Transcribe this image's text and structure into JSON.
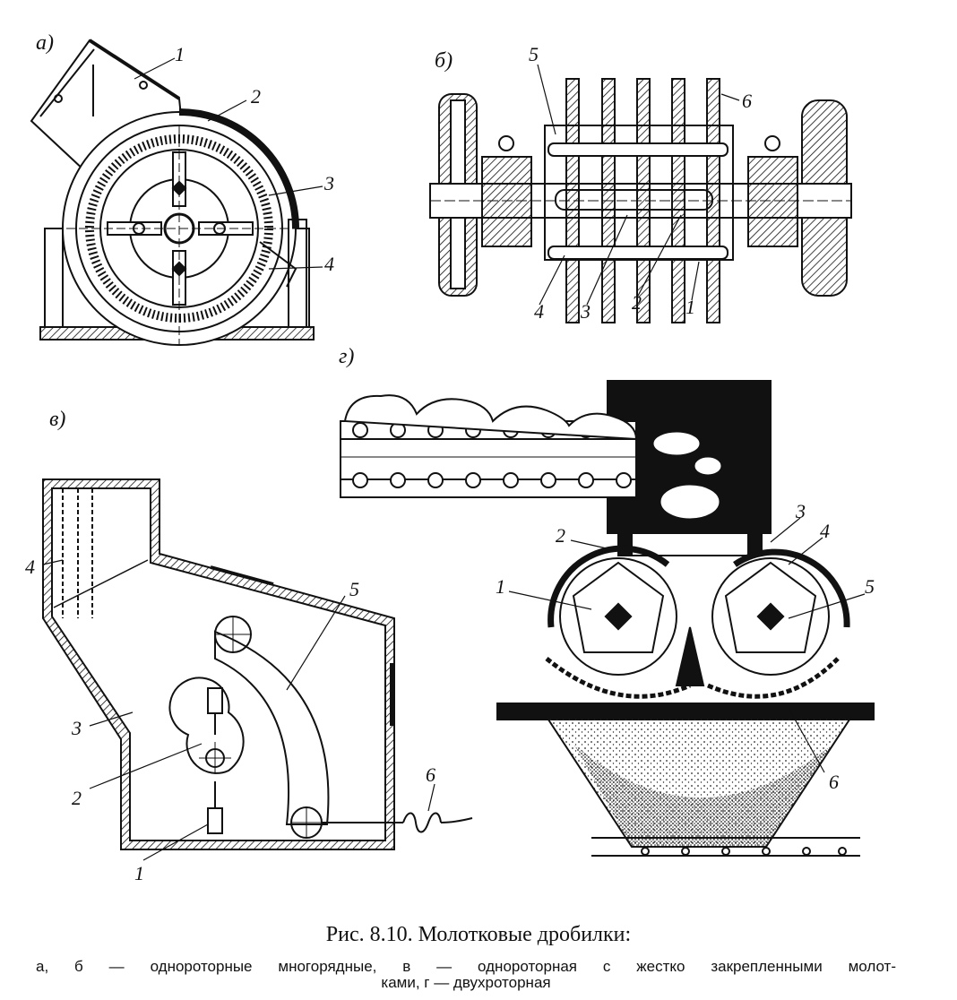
{
  "figure": {
    "panels": {
      "a": {
        "label": "а)",
        "parts": [
          "1",
          "2",
          "3",
          "4"
        ]
      },
      "b": {
        "label": "б)",
        "parts": [
          "5",
          "6",
          "4",
          "3",
          "2",
          "1"
        ]
      },
      "v": {
        "label": "в)",
        "parts": [
          "4",
          "5",
          "3",
          "2",
          "1",
          "6"
        ]
      },
      "g": {
        "label": "г)",
        "parts": [
          "2",
          "3",
          "4",
          "1",
          "5",
          "6"
        ]
      }
    }
  },
  "caption": {
    "title": "Рис. 8.10. Молотковые дробилки:",
    "legend_line1": "а, б — однороторные многорядные, в — однороторная с жестко закрепленными молот-",
    "legend_line2": "ками, г — двухроторная"
  }
}
